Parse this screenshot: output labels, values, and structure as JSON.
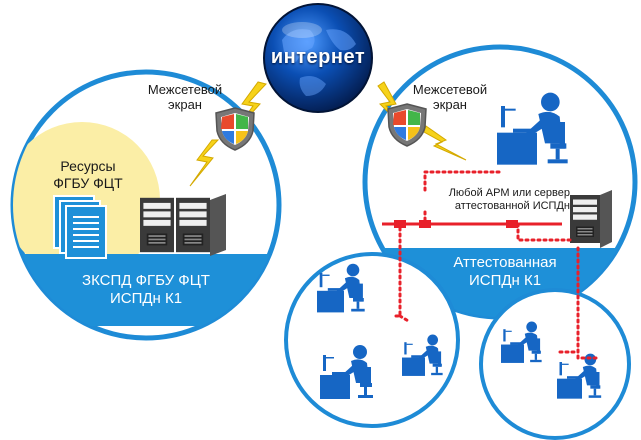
{
  "internet": {
    "label": "интернет"
  },
  "left_site": {
    "resources_line1": "Ресурсы",
    "resources_line2": "ФГБУ ФЦТ",
    "band_line1": "ЗКСПД ФГБУ ФЦТ",
    "band_line2": "ИСПДн К1"
  },
  "right_site": {
    "band_line1": "Аттестованная",
    "band_line2": "ИСПДн К1",
    "note_line1": "Любой АРМ или сервер",
    "note_line2": "аттестованной ИСПДн"
  },
  "firewall_left": {
    "line1": "Межсетевой",
    "line2": "экран"
  },
  "firewall_right": {
    "line1": "Межсетевой",
    "line2": "экран"
  },
  "colors": {
    "circle_border": "#1e8bd6",
    "band": "#1e90d8",
    "workstation": "#1666c4",
    "resource_blob": "#fbeea6",
    "server": "#3a3a3a",
    "bolt": "#f6d21a",
    "network_line": "#e8202a",
    "globe": "#0b3d91"
  }
}
